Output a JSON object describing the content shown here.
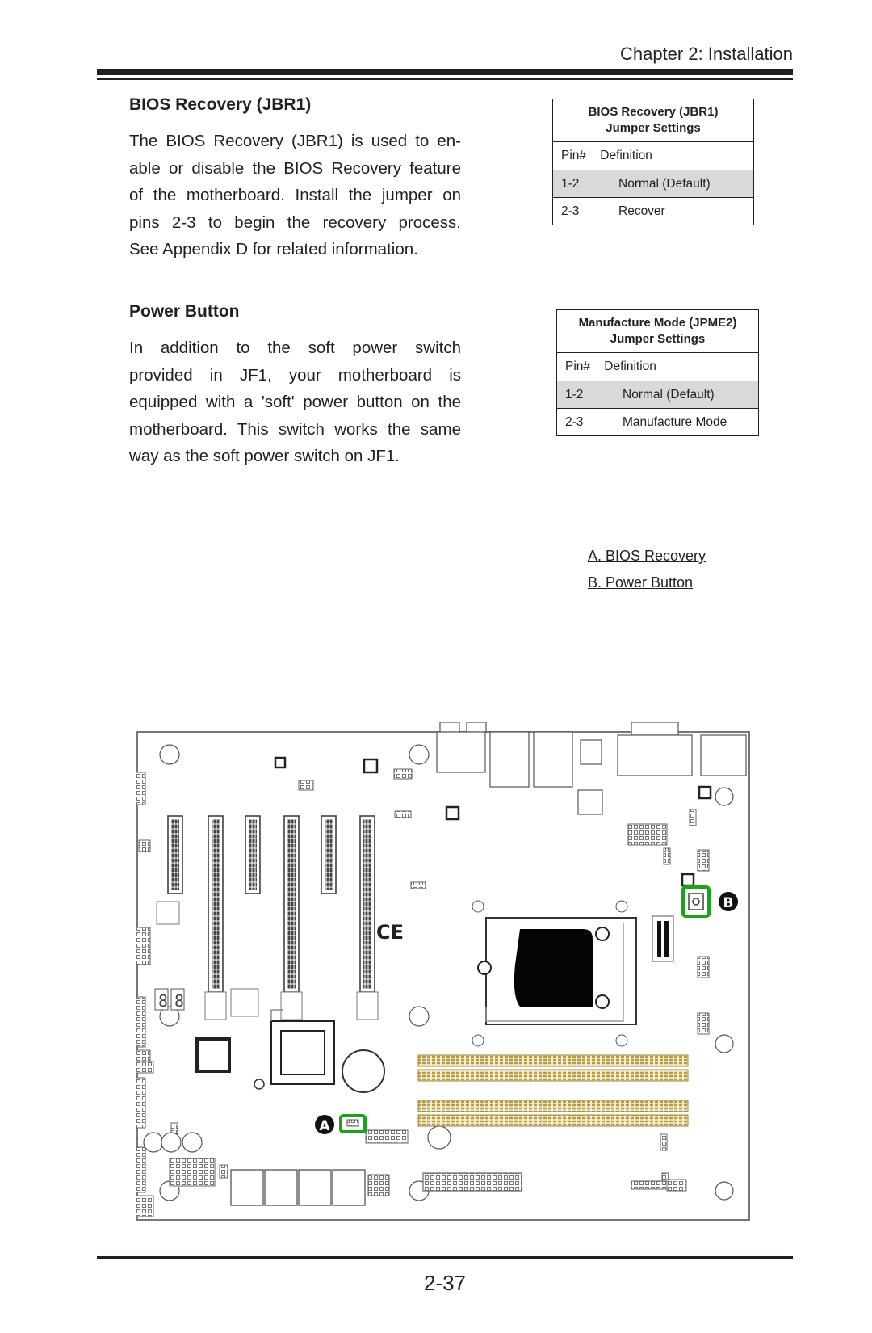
{
  "header": {
    "chapter": "Chapter 2: Installation"
  },
  "section_bios": {
    "heading": "BIOS Recovery (JBR1)",
    "lines": [
      "The BIOS Recovery (JBR1) is used to en-",
      "able or disable the BIOS Recovery feature",
      "of the motherboard. Install the jumper on",
      "pins 2-3 to begin the recovery process.",
      "See Appendix D for related information."
    ]
  },
  "section_power": {
    "heading": "Power Button",
    "lines": [
      "In addition to the soft power switch",
      "provided in JF1, your motherboard is",
      "equipped with a 'soft' power button on the",
      "motherboard. This switch works the same",
      "way as the soft power switch on JF1."
    ]
  },
  "table_jbr1": {
    "title_line1": "BIOS Recovery (JBR1)",
    "title_line2": "Jumper Settings",
    "col_pin": "Pin#",
    "col_def": "Definition",
    "rows": [
      {
        "pin": "1-2",
        "def": "Normal (Default)"
      },
      {
        "pin": "2-3",
        "def": "Recover"
      }
    ]
  },
  "table_jpme2": {
    "title_line1": "Manufacture Mode (JPME2)",
    "title_line2": "Jumper Settings",
    "col_pin": "Pin#",
    "col_def": "Definition",
    "rows": [
      {
        "pin": "1-2",
        "def": "Normal (Default)"
      },
      {
        "pin": "2-3",
        "def": "Manufacture Mode"
      }
    ]
  },
  "legend": {
    "a": "A. BIOS Recovery",
    "b": "B. Power Button"
  },
  "diagram": {
    "marker_a": "A",
    "marker_b": "B",
    "ce_mark": "CE",
    "highlight_color": "#1aa31a"
  },
  "footer": {
    "page": "2-37"
  }
}
